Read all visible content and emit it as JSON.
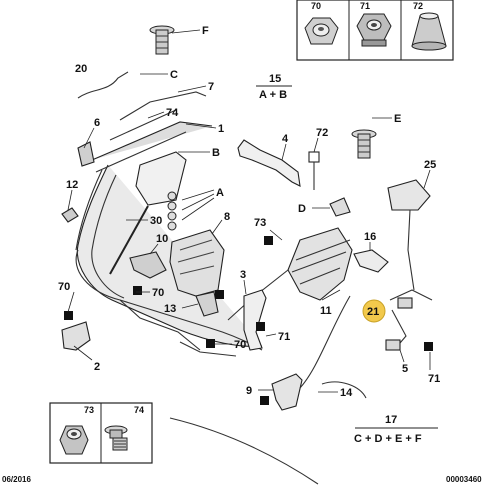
{
  "figure": {
    "date": "06/2016",
    "code": "00003460"
  },
  "groups": {
    "g15": {
      "num": "15",
      "formula": "A + B"
    },
    "g17": {
      "num": "17",
      "formula": "C + D + E + F"
    }
  },
  "insets": {
    "top": [
      "70",
      "71",
      "72"
    ],
    "bottom": [
      "73",
      "74"
    ]
  },
  "callouts": [
    {
      "id": "F",
      "label": "F"
    },
    {
      "id": "20",
      "label": "20"
    },
    {
      "id": "C",
      "label": "C"
    },
    {
      "id": "7",
      "label": "7"
    },
    {
      "id": "74a",
      "label": "74"
    },
    {
      "id": "6",
      "label": "6"
    },
    {
      "id": "1",
      "label": "1"
    },
    {
      "id": "B",
      "label": "B"
    },
    {
      "id": "4",
      "label": "4"
    },
    {
      "id": "72",
      "label": "72"
    },
    {
      "id": "E",
      "label": "E"
    },
    {
      "id": "25",
      "label": "25"
    },
    {
      "id": "12",
      "label": "12"
    },
    {
      "id": "A",
      "label": "A"
    },
    {
      "id": "D",
      "label": "D"
    },
    {
      "id": "30",
      "label": "30"
    },
    {
      "id": "8",
      "label": "8"
    },
    {
      "id": "73a",
      "label": "73"
    },
    {
      "id": "16",
      "label": "16"
    },
    {
      "id": "10",
      "label": "10"
    },
    {
      "id": "3",
      "label": "3"
    },
    {
      "id": "70a",
      "label": "70"
    },
    {
      "id": "70b",
      "label": "70"
    },
    {
      "id": "13",
      "label": "13"
    },
    {
      "id": "71a",
      "label": "71"
    },
    {
      "id": "11",
      "label": "11"
    },
    {
      "id": "21",
      "label": "21"
    },
    {
      "id": "70c",
      "label": "70"
    },
    {
      "id": "2",
      "label": "2"
    },
    {
      "id": "5",
      "label": "5"
    },
    {
      "id": "71b",
      "label": "71"
    },
    {
      "id": "9",
      "label": "9"
    },
    {
      "id": "14",
      "label": "14"
    }
  ],
  "colors": {
    "line": "#222222",
    "fill_light": "#e8e8e8",
    "fill_mid": "#c8c8c8",
    "highlight": "#f2c94c"
  }
}
